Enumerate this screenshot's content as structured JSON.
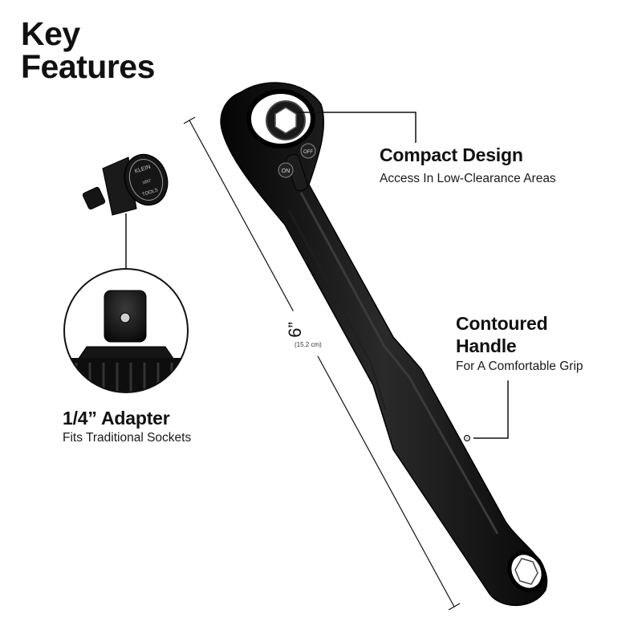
{
  "heading": {
    "line1": "Key",
    "line2": "Features"
  },
  "features": {
    "compact": {
      "title": "Compact Design",
      "subtitle": "Access In Low-Clearance Areas"
    },
    "handle": {
      "title_line1": "Contoured",
      "title_line2": "Handle",
      "subtitle": "For A Comfortable Grip"
    },
    "adapter": {
      "title": "1/4” Adapter",
      "subtitle": "Fits Traditional Sockets"
    }
  },
  "dimension": {
    "length": "6”",
    "metric": "(15.2 cm)"
  },
  "wrench_marks": {
    "on": "ON",
    "off": "OFF"
  },
  "adapter_logo": {
    "brand": "KLEIN",
    "sub": "TOOLS",
    "year": "1857"
  },
  "colors": {
    "text": "#111111",
    "product": "#121212",
    "background": "#ffffff"
  }
}
